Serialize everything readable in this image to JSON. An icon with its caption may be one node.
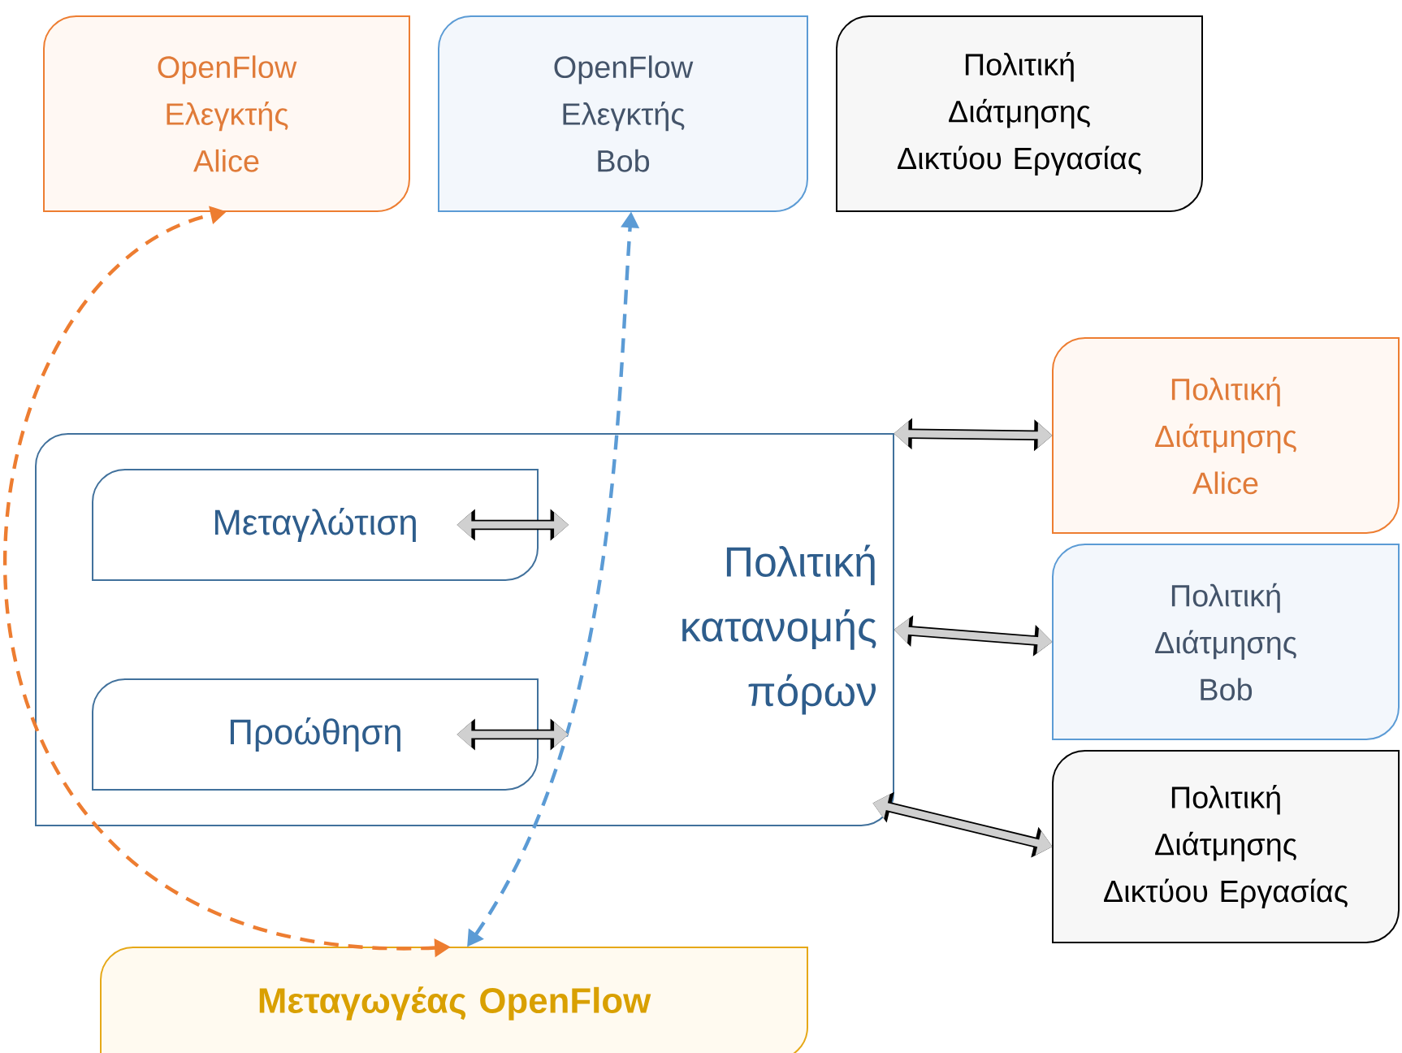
{
  "diagram": {
    "nodes": [
      {
        "text": [
          "OpenFlow Ελεγκτής Alice"
        ]
      },
      {
        "text": [
          "OpenFlow Ελεγκτής Bob"
        ]
      },
      {
        "text": [
          "Πολιτική Διάτμησης Δικτύου Εργασίας"
        ]
      },
      {
        "text": [
          "Πολιτική κατανομής πόρων"
        ]
      },
      {
        "text": [
          "Μεταγλώτιση"
        ],
        "in": 3
      },
      {
        "text": [
          "Προώθηση"
        ],
        "in": 3
      },
      {
        "text": [
          "Πολιτική Διάτμησης Alice"
        ]
      },
      {
        "text": [
          "Πολιτική Διάτμησης Bob"
        ]
      },
      {
        "text": [
          "Πολιτική Διάτμησης Δικτύου Εργασίας"
        ]
      },
      {
        "text": [
          "Μεταγωγέας OpenFlow"
        ]
      }
    ],
    "edges": [
      {
        "from": 9,
        "to": 0,
        "arrow": "both",
        "style": "dashed",
        "color": "#ed7d31"
      },
      {
        "from": 9,
        "to": 1,
        "arrow": "both",
        "style": "dashed",
        "color": "#5b9bd5"
      },
      {
        "from": 4,
        "to": null,
        "arrow": "both"
      },
      {
        "from": 5,
        "to": null,
        "arrow": "both"
      },
      {
        "from": 3,
        "to": 6,
        "arrow": "both"
      },
      {
        "from": 3,
        "to": 7,
        "arrow": "both"
      },
      {
        "from": 3,
        "to": 8,
        "arrow": "both"
      }
    ]
  }
}
